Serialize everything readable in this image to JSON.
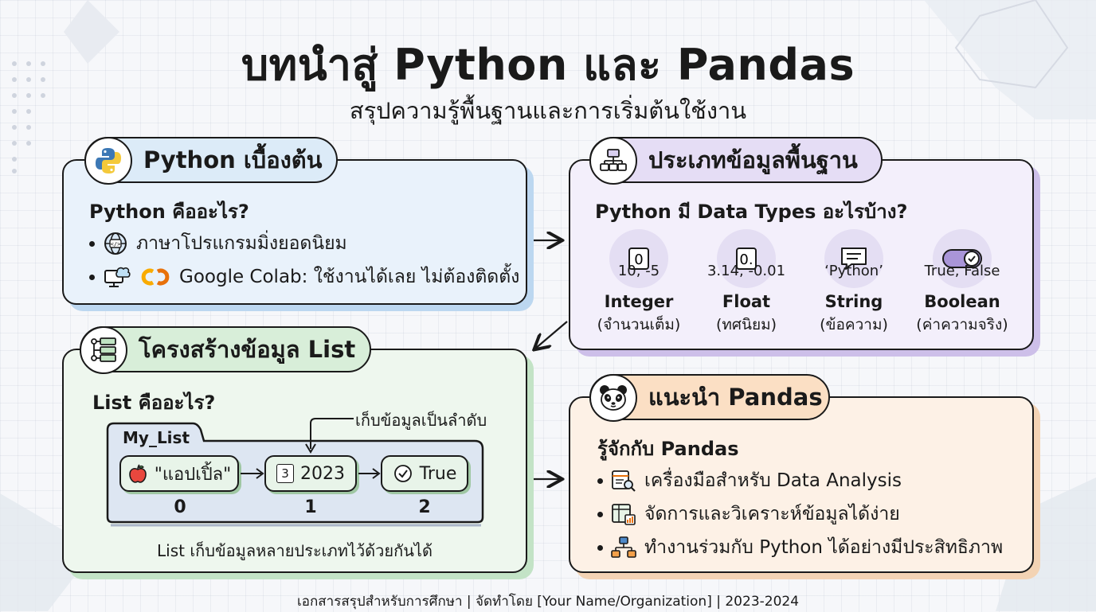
{
  "header": {
    "title": "บทนำสู่ Python และ Pandas",
    "subtitle": "สรุปความรู้พื้นฐานและการเริ่มต้นใช้งาน"
  },
  "python_basics": {
    "heading": "Python เบื้องต้น",
    "question": "Python คืออะไร?",
    "bullets": [
      "ภาษาโปรแกรมมิ่งยอดนิยม",
      "Google Colab: ใช้งานได้เลย ไม่ต้องติดตั้ง"
    ],
    "icons": [
      "python-logo-icon",
      "globe-code-icon",
      "cloud-monitor-icon",
      "colab-logo-icon"
    ]
  },
  "data_types": {
    "heading": "ประเภทข้อมูลพื้นฐาน",
    "question": "Python มี Data Types อะไรบ้าง?",
    "items": [
      {
        "icon_text": "0",
        "example": "10, -5",
        "name": "Integer",
        "thai": "(จำนวนเต็ม)"
      },
      {
        "icon_text": "0.",
        "example": "3.14, -0.01",
        "name": "Float",
        "thai": "(ทศนิยม)"
      },
      {
        "icon_text": "",
        "example": "‘Python’",
        "name": "String",
        "thai": "(ข้อความ)"
      },
      {
        "icon_text": "",
        "example": "True, False",
        "name": "Boolean",
        "thai": "(ค่าความจริง)"
      }
    ]
  },
  "list_section": {
    "heading": "โครงสร้างข้อมูล List",
    "question": "List คืออะไร?",
    "list_name": "My_List",
    "annotation": "เก็บข้อมูลเป็นลำดับ",
    "elements": [
      {
        "value": "\"แอปเปิ้ล\"",
        "index": "0"
      },
      {
        "value": "2023",
        "badge": "3",
        "index": "1"
      },
      {
        "value": "True",
        "index": "2"
      }
    ],
    "caption": "List เก็บข้อมูลหลายประเภทไว้ด้วยกันได้"
  },
  "pandas": {
    "heading": "แนะนำ Pandas",
    "question": "รู้จักกับ Pandas",
    "bullets": [
      "เครื่องมือสำหรับ Data Analysis",
      "จัดการและวิเคราะห์ข้อมูลได้ง่าย",
      "ทำงานร่วมกับ Python ได้อย่างมีประสิทธิภาพ"
    ]
  },
  "footer": {
    "text": "เอกสารสรุปสำหรับการศึกษา | จัดทำโดย [Your Name/Organization] | 2023-2024"
  },
  "colors": {
    "blue": "#e9f2fb",
    "purple": "#f3effb",
    "green": "#eef7ee",
    "orange": "#fdf1e6"
  }
}
